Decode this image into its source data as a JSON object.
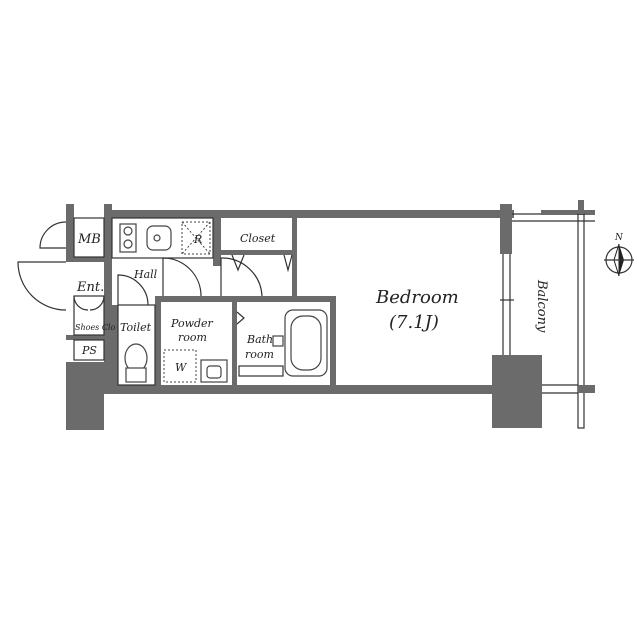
{
  "plan": {
    "rooms": {
      "mb": "MB",
      "entrance": "Ent.",
      "shoes_closet": "Shoes Clo",
      "ps": "PS",
      "hall": "Hall",
      "fridge": "R",
      "closet": "Closet",
      "toilet": "Toilet",
      "powder_room_line1": "Powder",
      "powder_room_line2": "room",
      "washer": "W",
      "bath_room_line1": "Bath",
      "bath_room_line2": "room",
      "bedroom": "Bedroom",
      "bedroom_size": "(7.1J)",
      "balcony": "Balcony"
    },
    "compass": {
      "north": "N"
    },
    "colors": {
      "wall": "#6b6b6b",
      "line": "#333333",
      "background": "#ffffff"
    }
  }
}
